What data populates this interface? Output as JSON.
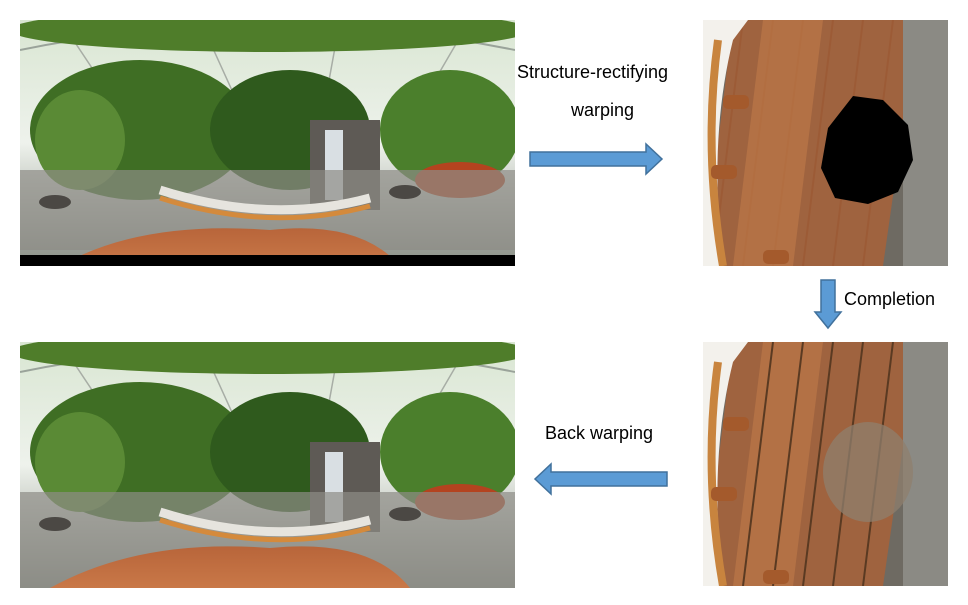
{
  "steps": {
    "warp": {
      "line1": "Structure-rectifying",
      "line2": "warping"
    },
    "completion": "Completion",
    "back": "Back warping"
  },
  "colors": {
    "arrow_fill": "#5b9bd5",
    "arrow_stroke": "#41719c",
    "hole": "#000000"
  }
}
